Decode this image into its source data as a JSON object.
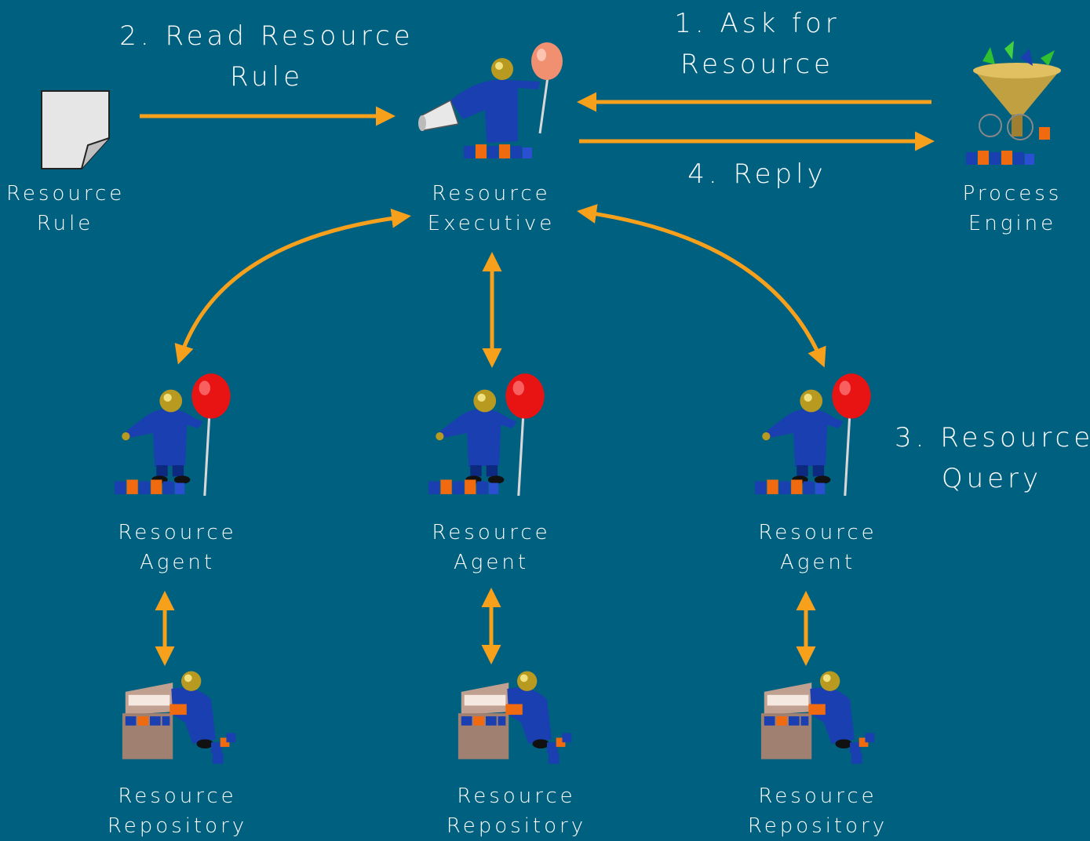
{
  "colors": {
    "background": "#006080",
    "arrow": "#f7a01c",
    "text": "#ffffff",
    "figure_blue": "#1a3fb0",
    "balloon_red": "#e81414",
    "balloon_salmon": "#f09070",
    "block_orange": "#f06a10"
  },
  "nodes": {
    "resource_rule": {
      "line1": "Resource",
      "line2": "Rule",
      "icon": "document-icon"
    },
    "resource_executive": {
      "line1": "Resource",
      "line2": "Executive",
      "icon": "executive-agent-icon"
    },
    "process_engine": {
      "line1": "Process",
      "line2": "Engine",
      "icon": "funnel-engine-icon"
    },
    "agents": [
      {
        "line1": "Resource",
        "line2": "Agent",
        "icon": "agent-with-balloon-icon"
      },
      {
        "line1": "Resource",
        "line2": "Agent",
        "icon": "agent-with-balloon-icon"
      },
      {
        "line1": "Resource",
        "line2": "Agent",
        "icon": "agent-with-balloon-icon"
      }
    ],
    "repositories": [
      {
        "line1": "Resource",
        "line2": "Repository",
        "icon": "repository-chest-icon"
      },
      {
        "line1": "Resource",
        "line2": "Repository",
        "icon": "repository-chest-icon"
      },
      {
        "line1": "Resource",
        "line2": "Repository",
        "icon": "repository-chest-icon"
      }
    ]
  },
  "steps": {
    "ask": {
      "line1": "1. Ask for",
      "line2": "Resource"
    },
    "read": {
      "line1": "2. Read Resource",
      "line2": "Rule"
    },
    "query": {
      "line1": "3. Resource",
      "line2": "Query"
    },
    "reply": {
      "line1": "4. Reply"
    }
  }
}
